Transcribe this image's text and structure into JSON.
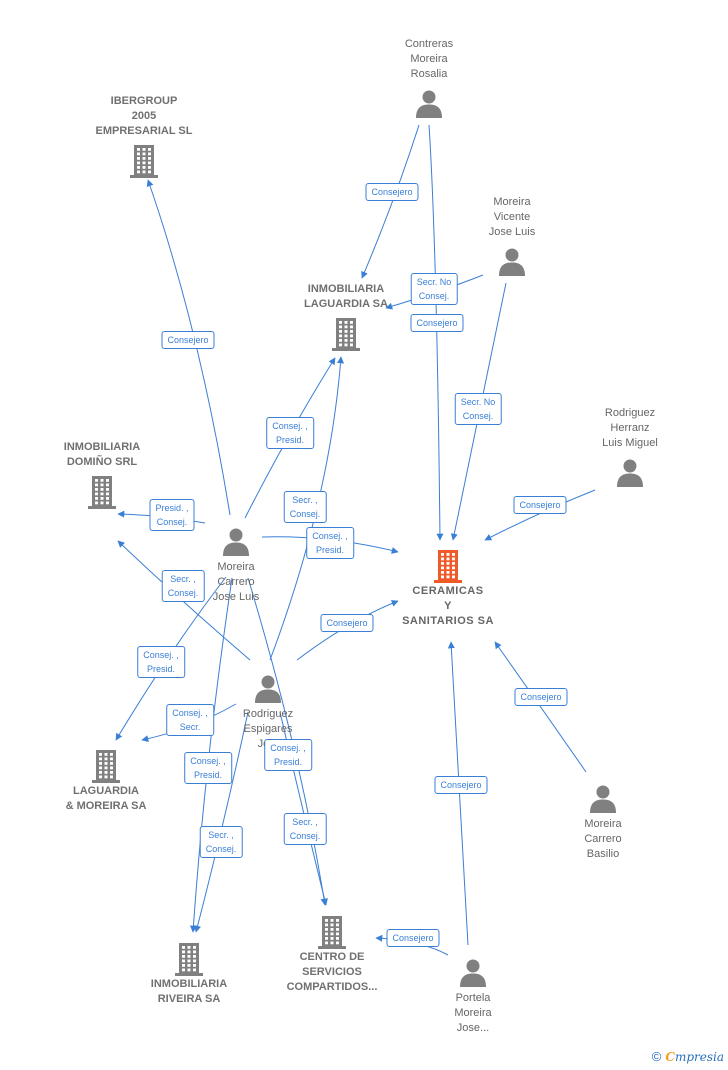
{
  "colors": {
    "edge": "#3a7fd6",
    "node": "#808080",
    "main_node": "#f05a28",
    "text": "#666666"
  },
  "nodes": [
    {
      "id": "contreras",
      "type": "person",
      "lines": [
        "Contreras",
        "Moreira",
        "Rosalia"
      ]
    },
    {
      "id": "ibergroup",
      "type": "company",
      "lines": [
        "IBERGROUP",
        "2005",
        "EMPRESARIAL SL"
      ]
    },
    {
      "id": "moreira_vicente",
      "type": "person",
      "lines": [
        "Moreira",
        "Vicente",
        "Jose Luis"
      ]
    },
    {
      "id": "inmo_laguardia",
      "type": "company",
      "lines": [
        "INMOBILIARIA",
        "LAGUARDIA SA"
      ]
    },
    {
      "id": "rodriguez_herranz",
      "type": "person",
      "lines": [
        "Rodriguez",
        "Herranz",
        "Luis Miguel"
      ]
    },
    {
      "id": "inmo_domino",
      "type": "company",
      "lines": [
        "INMOBILIARIA",
        "DOMIÑO SRL"
      ]
    },
    {
      "id": "moreira_carrero_jl",
      "type": "person",
      "lines": [
        "Moreira",
        "Carrero",
        "Jose Luis"
      ]
    },
    {
      "id": "ceramicas",
      "type": "main",
      "lines": [
        "CERAMICAS",
        "Y",
        "SANITARIOS SA"
      ]
    },
    {
      "id": "rodriguez_espigares",
      "type": "person",
      "lines": [
        "Rodriguez",
        "Espigares",
        "Jo..."
      ]
    },
    {
      "id": "laguardia_moreira",
      "type": "company",
      "lines": [
        "LAGUARDIA",
        "& MOREIRA SA"
      ]
    },
    {
      "id": "moreira_carrero_basilio",
      "type": "person",
      "lines": [
        "Moreira",
        "Carrero",
        "Basilio"
      ]
    },
    {
      "id": "inmo_riveira",
      "type": "company",
      "lines": [
        "INMOBILIARIA",
        "RIVEIRA SA"
      ]
    },
    {
      "id": "centro_servicios",
      "type": "company",
      "lines": [
        "CENTRO DE",
        "SERVICIOS",
        "COMPARTIDOS..."
      ]
    },
    {
      "id": "portela",
      "type": "person",
      "lines": [
        "Portela",
        "Moreira",
        "Jose..."
      ]
    }
  ],
  "edges": [
    {
      "from": "contreras",
      "to": "inmo_laguardia",
      "lines": [
        "Consejero"
      ]
    },
    {
      "from": "contreras",
      "to": "ceramicas",
      "lines": [
        "Consejero"
      ]
    },
    {
      "from": "moreira_vicente",
      "to": "inmo_laguardia",
      "lines": [
        "Secr.  No",
        "Consej."
      ]
    },
    {
      "from": "moreira_vicente",
      "to": "ceramicas",
      "lines": [
        "Secr.  No",
        "Consej."
      ]
    },
    {
      "from": "rodriguez_herranz",
      "to": "ceramicas",
      "lines": [
        "Consejero"
      ]
    },
    {
      "from": "moreira_carrero_jl",
      "to": "ibergroup",
      "lines": [
        "Consejero"
      ]
    },
    {
      "from": "moreira_carrero_jl",
      "to": "inmo_laguardia",
      "lines": [
        "Consej. ,",
        "Presid."
      ]
    },
    {
      "from": "moreira_carrero_jl",
      "to": "inmo_domino",
      "lines": [
        "Presid. ,",
        "Consej."
      ]
    },
    {
      "from": "moreira_carrero_jl",
      "to": "ceramicas",
      "lines": [
        "Consej. ,",
        "Presid."
      ]
    },
    {
      "from": "moreira_carrero_jl",
      "to": "laguardia_moreira",
      "lines": [
        "Consej. ,",
        "Presid."
      ]
    },
    {
      "from": "moreira_carrero_jl",
      "to": "inmo_riveira",
      "lines": [
        "Consej. ,",
        "Presid."
      ]
    },
    {
      "from": "moreira_carrero_jl",
      "to": "centro_servicios",
      "lines": [
        "Consej. ,",
        "Presid."
      ]
    },
    {
      "from": "rodriguez_espigares",
      "to": "inmo_laguardia",
      "lines": [
        "Secr. ,",
        "Consej."
      ]
    },
    {
      "from": "rodriguez_espigares",
      "to": "inmo_domino",
      "lines": [
        "Secr. ,",
        "Consej."
      ]
    },
    {
      "from": "rodriguez_espigares",
      "to": "ceramicas",
      "lines": [
        "Consejero"
      ]
    },
    {
      "from": "rodriguez_espigares",
      "to": "laguardia_moreira",
      "lines": [
        "Consej. ,",
        "Secr."
      ]
    },
    {
      "from": "rodriguez_espigares",
      "to": "inmo_riveira",
      "lines": [
        "Secr. ,",
        "Consej."
      ]
    },
    {
      "from": "rodriguez_espigares",
      "to": "centro_servicios",
      "lines": [
        "Secr. ,",
        "Consej."
      ]
    },
    {
      "from": "moreira_carrero_basilio",
      "to": "ceramicas",
      "lines": [
        "Consejero"
      ]
    },
    {
      "from": "portela",
      "to": "ceramicas",
      "lines": [
        "Consejero"
      ]
    },
    {
      "from": "portela",
      "to": "centro_servicios",
      "lines": [
        "Consejero"
      ]
    }
  ],
  "brand": {
    "copyright": "©",
    "initial": "C",
    "rest": "mpresia"
  }
}
